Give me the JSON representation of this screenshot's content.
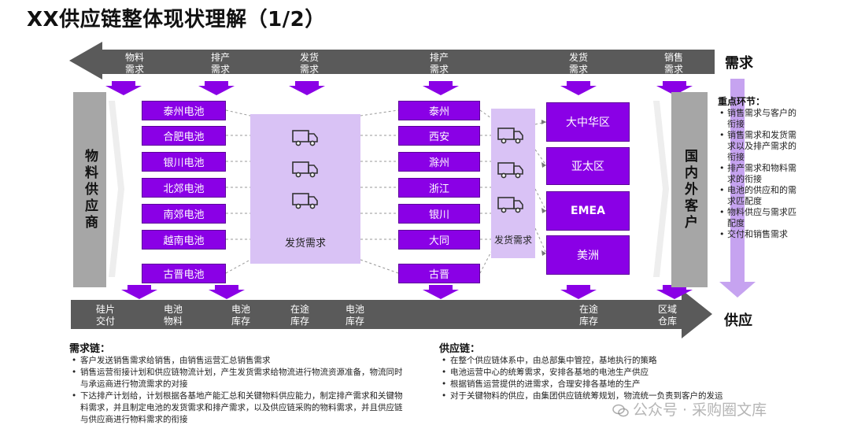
{
  "title": "XX供应链整体现状理解（1/2）",
  "demand_label": "需求",
  "supply_label": "供应",
  "top_arrow_labels": [
    {
      "id": "material",
      "text": "物料\n需求"
    },
    {
      "id": "schedule1",
      "text": "排产\n需求"
    },
    {
      "id": "ship1",
      "text": "发货\n需求"
    },
    {
      "id": "schedule2",
      "text": "排产\n需求"
    },
    {
      "id": "ship2",
      "text": "发货\n需求"
    },
    {
      "id": "sales",
      "text": "销售\n需求"
    }
  ],
  "bottom_arrow_labels": [
    {
      "id": "wafer",
      "text": "硅片\n交付"
    },
    {
      "id": "battery-material",
      "text": "电池\n物料"
    },
    {
      "id": "battery-stock",
      "text": "电池\n库存"
    },
    {
      "id": "transit1",
      "text": "在途\n库存"
    },
    {
      "id": "battery-stock2",
      "text": "电池\n库存"
    },
    {
      "id": "transit2",
      "text": "在途\n库存"
    },
    {
      "id": "regional",
      "text": "区域\n仓库"
    }
  ],
  "left_column": "物料供应商",
  "right_column": "国内外客户",
  "plants": [
    "泰州电池",
    "合肥电池",
    "银川电池",
    "北郊电池",
    "南郊电池",
    "越南电池",
    "古晋电池"
  ],
  "ship_panel_1_label": "发货需求",
  "bases": [
    "泰州",
    "西安",
    "滁州",
    "浙江",
    "银川",
    "大同",
    "古晋"
  ],
  "ship_panel_2_label": "发货需求",
  "regions": [
    "大中华区",
    "亚太区",
    "EMEA",
    "美洲"
  ],
  "focus": {
    "title": "重点环节：",
    "items": [
      "销售需求与客户的衔接",
      "销售需求和发货需求以及排产需求的衔接",
      "排产需求和物料需求的衔接",
      "电池的供应和的需求匹配度",
      "物料供应与需求匹配度",
      "交付和销售需求"
    ]
  },
  "demand_chain": {
    "title": "需求链：",
    "items": [
      "客户发送销售需求给销售，由销售运营汇总销售需求",
      "销售运营衔接计划和供应链物流计划，产生发货需求给物流进行物流资源准备，物流同时与承运商进行物流需求的对接",
      "下达排产计划给，计划根据各基地产能汇总和关键物料供应能力，制定排产需求和关键物料需求，并且制定电池的发货需求和排产需求，以及供应链采购的物料需求，并且供应链与供应商进行物料需求的衔接"
    ]
  },
  "supply_chain": {
    "title": "供应链：",
    "items": [
      "在整个供应链体系中，由总部集中管控，基地执行的策略",
      "电池运营中心的统筹需求，安排各基地的电池生产供应",
      "根据销售运营提供的进需求，合理安排各基地的生产",
      "对于关键物料的供应，由集团供应链统筹规划，物流统一负责到客户的发运"
    ]
  },
  "watermark": "公众号 · 采购圈文库",
  "colors": {
    "gray_arrow": "#5a5a5a",
    "purple": "#8a00e6",
    "lavender": "#d9c2f5",
    "side_gray": "#a6a6a6"
  }
}
